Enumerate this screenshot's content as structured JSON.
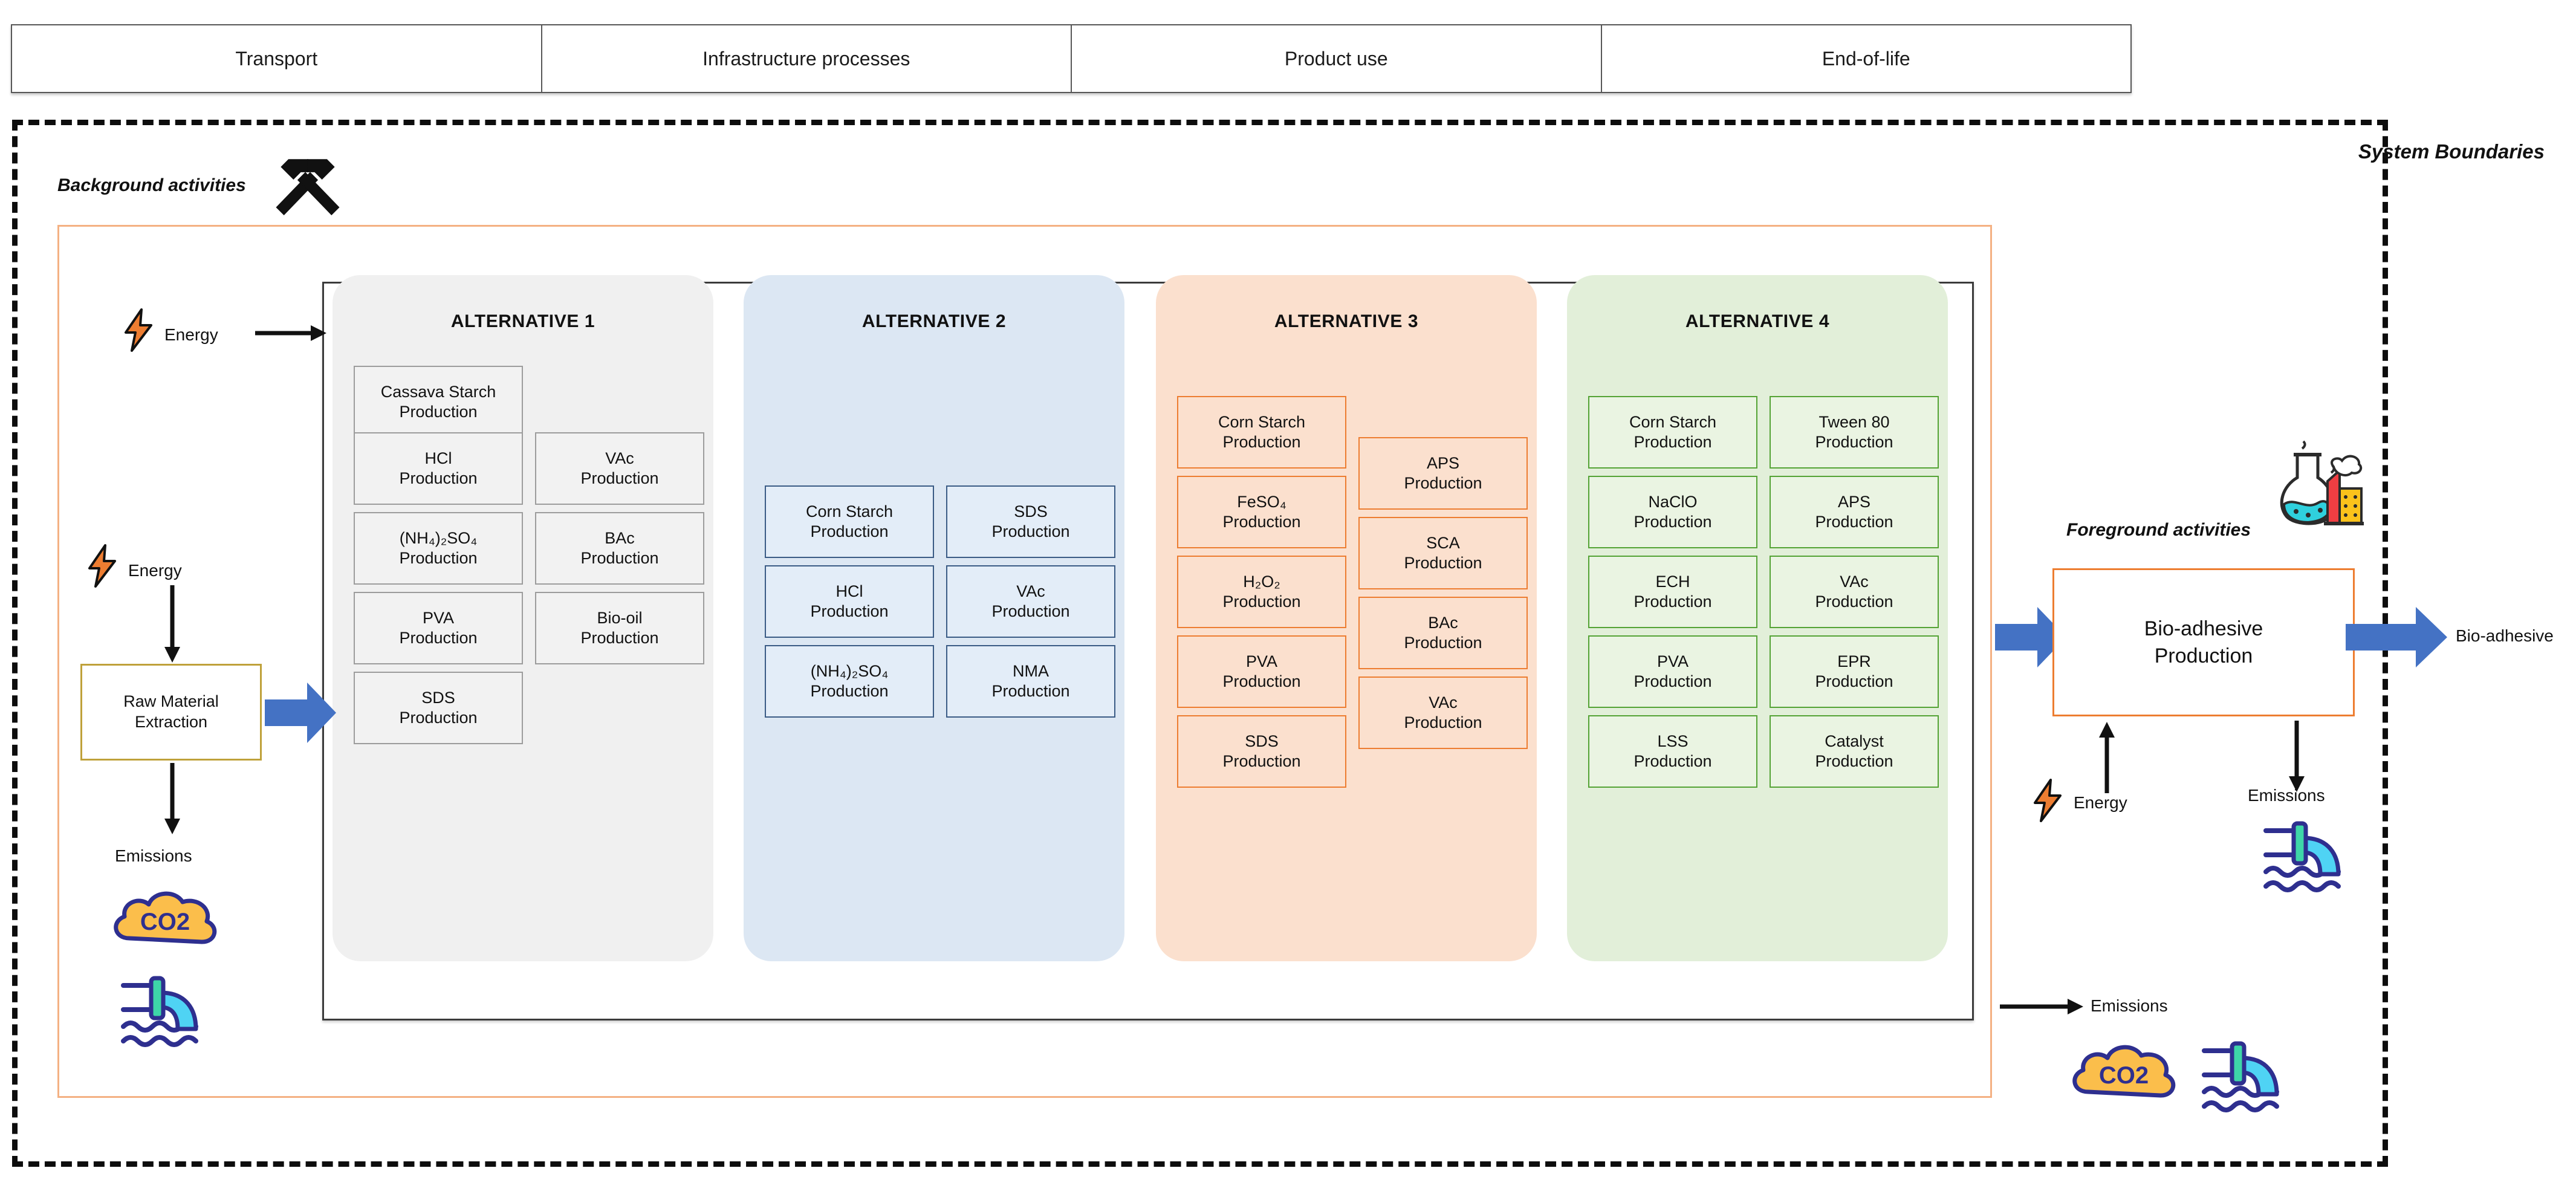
{
  "lifecycle_bar": {
    "stages": [
      "Transport",
      "Infrastructure processes",
      "Product use",
      "End-of-life"
    ]
  },
  "system_boundaries_label": "System Boundaries",
  "background": {
    "label": "Background activities",
    "icon": "crossed-hammers-icon",
    "energy_top_label": "Energy",
    "energy_mid_label": "Energy",
    "raw_material_box": "Raw Material\nExtraction",
    "raw_material_line1": "Raw Material",
    "raw_material_line2": "Extraction",
    "emissions_label": "Emissions",
    "co2_icon_label": "CO2",
    "water_icon": "water-discharge-icon"
  },
  "foreground": {
    "label": "Foreground activities",
    "icon": "flask-factory-icon",
    "box_line1": "Bio-adhesive",
    "box_line2": "Production",
    "energy_label": "Energy",
    "emissions_label": "Emissions",
    "emissions_bottom_label": "Emissions",
    "output_label": "Bio-adhesive",
    "co2_icon_label": "CO2"
  },
  "alternatives": [
    {
      "id": "alternative-1",
      "title": "ALTERNATIVE 1",
      "fill": "#f0f0f0",
      "border": "#9c9c9c",
      "full_width_items": [
        {
          "line1": "Cassava Starch",
          "line2": "Production"
        }
      ],
      "left_items": [
        {
          "line1": "HCl",
          "line2": "Production"
        },
        {
          "line1": "(NH₄)₂SO₄",
          "line2": "Production"
        },
        {
          "line1": "PVA",
          "line2": "Production"
        },
        {
          "line1": "SDS",
          "line2": "Production"
        }
      ],
      "right_items": [
        {
          "line1": "VAc",
          "line2": "Production"
        },
        {
          "line1": "BAc",
          "line2": "Production"
        },
        {
          "line1": "Bio-oil",
          "line2": "Production"
        }
      ]
    },
    {
      "id": "alternative-2",
      "title": "ALTERNATIVE 2",
      "fill": "#dce7f3",
      "border": "#3a5b85",
      "full_width_items": [],
      "left_items": [
        {
          "line1": "Corn Starch",
          "line2": "Production"
        },
        {
          "line1": "HCl",
          "line2": "Production"
        },
        {
          "line1": "(NH₄)₂SO₄",
          "line2": "Production"
        }
      ],
      "right_items": [
        {
          "line1": "SDS",
          "line2": "Production"
        },
        {
          "line1": "VAc",
          "line2": "Production"
        },
        {
          "line1": "NMA",
          "line2": "Production"
        }
      ]
    },
    {
      "id": "alternative-3",
      "title": "ALTERNATIVE 3",
      "fill": "#fbe0ce",
      "border": "#ed7d31",
      "full_width_items": [],
      "left_items": [
        {
          "line1": "Corn Starch",
          "line2": "Production"
        },
        {
          "line1": "FeSO₄",
          "line2": "Production"
        },
        {
          "line1": "H₂O₂",
          "line2": "Production"
        },
        {
          "line1": "PVA",
          "line2": "Production"
        },
        {
          "line1": "SDS",
          "line2": "Production"
        }
      ],
      "right_items": [
        {
          "line1": "APS",
          "line2": "Production"
        },
        {
          "line1": "SCA",
          "line2": "Production"
        },
        {
          "line1": "BAc",
          "line2": "Production"
        },
        {
          "line1": "VAc",
          "line2": "Production"
        }
      ]
    },
    {
      "id": "alternative-4",
      "title": "ALTERNATIVE 4",
      "fill": "#e2efd9",
      "border": "#54a335",
      "full_width_items": [],
      "left_items": [
        {
          "line1": "Corn Starch",
          "line2": "Production"
        },
        {
          "line1": "NaClO",
          "line2": "Production"
        },
        {
          "line1": "ECH",
          "line2": "Production"
        },
        {
          "line1": "PVA",
          "line2": "Production"
        },
        {
          "line1": "LSS",
          "line2": "Production"
        }
      ],
      "right_items": [
        {
          "line1": "Tween 80",
          "line2": "Production"
        },
        {
          "line1": "APS",
          "line2": "Production"
        },
        {
          "line1": "VAc",
          "line2": "Production"
        },
        {
          "line1": "EPR",
          "line2": "Production"
        },
        {
          "line1": "Catalyst",
          "line2": "Production"
        }
      ]
    }
  ],
  "colors": {
    "boundary_dashed": "#0d0d0d",
    "background_box": "#f4b183",
    "foreground_box": "#ed7d31",
    "blue_arrow": "#4472c4",
    "energy_bolt": "#ed7d31",
    "co2_cloud": "#fbbe4b",
    "co2_outline": "#2e2f8f",
    "water_blue": "#4fd3f4",
    "raw_material_border": "#bfa13a"
  }
}
